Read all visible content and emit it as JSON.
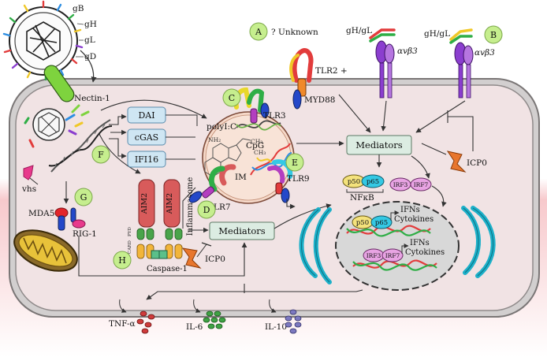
{
  "virus_glycoproteins": [
    "gB",
    "gH",
    "gL",
    "gD"
  ],
  "receptors": {
    "nectin": "Nectin-1",
    "unknown": "? Unknown",
    "tlr2": "TLR2 +",
    "myd88": "MYD88",
    "gh_gl_a": "gH/gL",
    "gh_gl_b": "gH/gL",
    "integrin_a": "αvβ3",
    "integrin_b": "αvβ3"
  },
  "circle_labels": {
    "a": "A",
    "b": "B",
    "c": "C",
    "d": "D",
    "e": "E",
    "f": "F",
    "g": "G",
    "h": "H"
  },
  "sensors": {
    "dai": "DAI",
    "cgas": "cGAS",
    "ifi16": "IFI16",
    "aim2_left": "AIM2",
    "aim2_right": "AIM2",
    "inflammasome": "Inflammasome",
    "caspase": "Caspase-1",
    "mda5": "MDA5",
    "rig1": "RIG-1",
    "vhs": "vhs",
    "card": "CARD",
    "pyd": "PYD"
  },
  "endosome": {
    "tlr3": "TLR3",
    "tlr7": "TLR7",
    "tlr9": "TLR9",
    "polyic": "polyI:C",
    "cpg": "CpG",
    "im": "IM",
    "nh2": "NH₂",
    "ch2": "CH₂",
    "ch3": "CH₃"
  },
  "mediators": {
    "upper": "Mediators",
    "lower": "Mediators"
  },
  "icp0": {
    "upper": "ICP0",
    "lower": "ICP0"
  },
  "nfkb": {
    "p50": "p50",
    "p65": "p65",
    "label": "NFκB"
  },
  "irf": {
    "irf3": "IRF3",
    "irf7": "IRF7"
  },
  "nucleus": {
    "p50": "p50",
    "p65": "p65",
    "irf3": "IRF3",
    "irf7": "IRF7",
    "ifns_1": "IFNs",
    "cytokines_1": "Cytokines",
    "ifns_2": "IFNs",
    "cytokines_2": "Cytokines"
  },
  "secreted": {
    "tnf": "TNF-α",
    "il6": "IL-6",
    "il10": "IL-10"
  },
  "colors": {
    "cell_fill": "#f1e3e4",
    "cell_border": "#8f8a8a",
    "bg_gradient_bottom": "#f7c9cc",
    "circle_fill": "#c6ee8e",
    "sensor_box": "#cfe6f3",
    "mediator_box": "#dcece2",
    "icp0": "#e8762d",
    "aim2": "#d85b5b",
    "pyd": "#4aa44a",
    "card_fill": "#f2b53a",
    "nucleus_fill": "#d8d8d8",
    "er_blue": "#1cb0c9",
    "p50": "#f4e27c",
    "p65": "#34c9e4",
    "irf": "#e8a4e3",
    "tnf_dots": "#cf3b3b",
    "il6_dots": "#3fa244",
    "il10_dots": "#7c79c0"
  }
}
